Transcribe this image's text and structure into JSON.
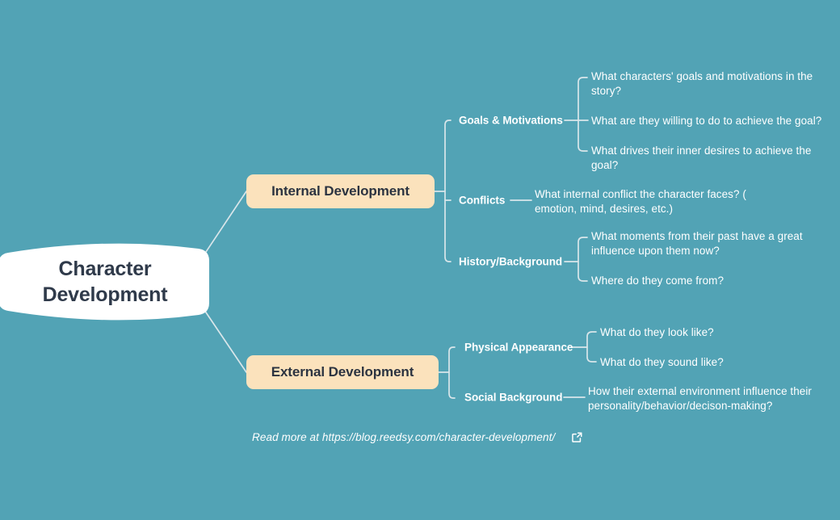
{
  "colors": {
    "background": "#52a3b5",
    "root_fill": "#ffffff",
    "root_text": "#2f3a4a",
    "branch_fill": "#fbe2bc",
    "branch_text": "#2b3340",
    "wire": "#d9e6ea",
    "leaf_text": "#ffffff"
  },
  "root": {
    "line1": "Character",
    "line2": "Development"
  },
  "branches": [
    {
      "id": "internal",
      "label": "Internal Development",
      "subtopics": [
        {
          "id": "goals-motivations",
          "label": "Goals & Motivations",
          "leaves": [
            "What characters' goals and motivations in the story?",
            "What are they willing to do to achieve the goal?",
            "What drives their inner desires to achieve the goal?"
          ]
        },
        {
          "id": "conflicts",
          "label": "Conflicts",
          "leaves": [
            "What internal conflict the character faces? ( emotion, mind, desires, etc.)"
          ]
        },
        {
          "id": "history-background",
          "label": "History/Background",
          "leaves": [
            "What moments from their past have a great influence upon them now?",
            "Where do they come from?"
          ]
        }
      ]
    },
    {
      "id": "external",
      "label": "External Development",
      "subtopics": [
        {
          "id": "physical-appearance",
          "label": "Physical Appearance",
          "leaves": [
            "What do they look like?",
            "What do they sound like?"
          ]
        },
        {
          "id": "social-background",
          "label": "Social Background",
          "leaves": [
            "How their external environment influence their personality/behavior/decison-making?"
          ]
        }
      ]
    }
  ],
  "footer": {
    "text": "Read more at https://blog.reedsy.com/character-development/",
    "icon": "external-link-icon"
  }
}
